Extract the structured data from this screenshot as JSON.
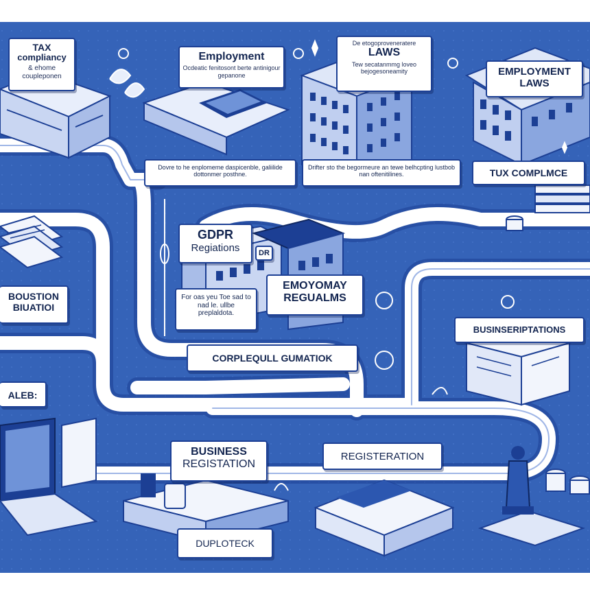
{
  "colors": {
    "background": "#3563b8",
    "deep": "#1c3f94",
    "path": "#ffffff",
    "ink": "#12244f"
  },
  "labels": {
    "tax_compliance_card": {
      "line1": "TAX",
      "line2": "compliancy",
      "line3": "& ehome",
      "line4": "coupleponen"
    },
    "employment_card": {
      "title": "Employment",
      "sub": "Ocdeatic fenitosont berte antinigour gepanone"
    },
    "laws_card": {
      "pre": "De etogoproveneratere",
      "title": "LAWS",
      "sub": "Tew secatanmmg loveo bejogesoneamity"
    },
    "employment_laws_card": {
      "line1": "EMPLOYMENT",
      "line2": "LAWS"
    },
    "banner_left": "Dovre to he enplomeme daspicenble, galiilide dottonmer posthne.",
    "banner_right": "Drifter sto the begormeure an tewe belhcpting lustbob nan oftenitilines.",
    "tux_compliance": "TUX COMPLMCE",
    "gdpr_card": {
      "line1": "GDPR",
      "line2": "Regiations"
    },
    "dr_sign": "DR",
    "bousition_card": {
      "line1": "BOUSTION",
      "line2": "BIUATIOI"
    },
    "note_card": "For oas yeu Toe sad to nad le. ullbe preplaldota.",
    "employmay_card": {
      "line1": "EMOYOMAY",
      "line2": "REGUALMS"
    },
    "corplequl_bar": "CORPLEQULL GUMATIOK",
    "businscriptions_card": "BUSINSERIPTATIONS",
    "aleb_tag": "ALEB:",
    "business_registation": {
      "line1": "BUSINESS",
      "line2": "REGISTATION"
    },
    "registeration": "REGISTERATION",
    "duplotecк": "DUPLOTECK"
  }
}
